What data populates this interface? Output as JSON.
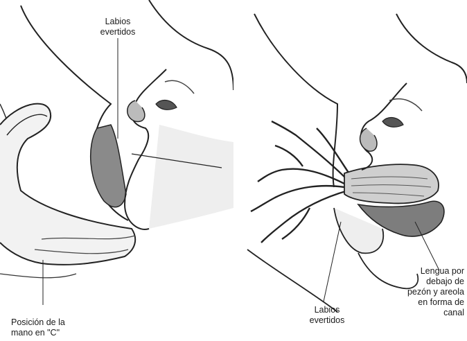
{
  "left_panel": {
    "label_lips": "Labios\nevertidos",
    "label_hand": "Posición de la\nmano en \"C\""
  },
  "right_panel": {
    "label_tongue": "Lengua por\ndebajo de\npezón y areola\nen forma de\ncanal",
    "label_lips": "Labios\nevertidos"
  }
}
